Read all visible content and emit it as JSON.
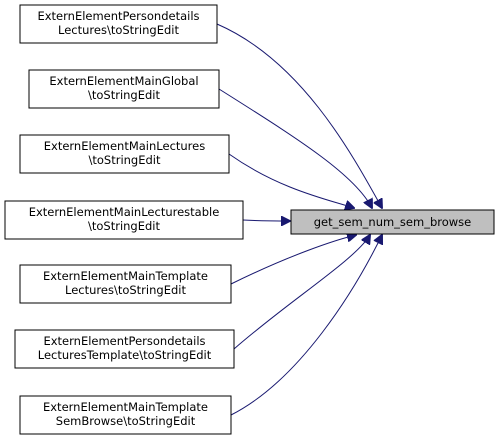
{
  "target": {
    "label": "get_sem_num_sem_browse",
    "fill": "#bfbfbf",
    "stroke": "#000000"
  },
  "callers": [
    {
      "lines": [
        "ExternElementPersondetails",
        "Lectures\\toStringEdit"
      ]
    },
    {
      "lines": [
        "ExternElementMainGlobal",
        "\\toStringEdit"
      ]
    },
    {
      "lines": [
        "ExternElementMainLectures",
        "\\toStringEdit"
      ]
    },
    {
      "lines": [
        "ExternElementMainLecturestable",
        "\\toStringEdit"
      ]
    },
    {
      "lines": [
        "ExternElementMainTemplate",
        "Lectures\\toStringEdit"
      ]
    },
    {
      "lines": [
        "ExternElementPersondetails",
        "LecturesTemplate\\toStringEdit"
      ]
    },
    {
      "lines": [
        "ExternElementMainTemplate",
        "SemBrowse\\toStringEdit"
      ]
    }
  ],
  "colors": {
    "edge": "#191970",
    "node_fill": "#ffffff",
    "node_stroke": "#000000"
  }
}
